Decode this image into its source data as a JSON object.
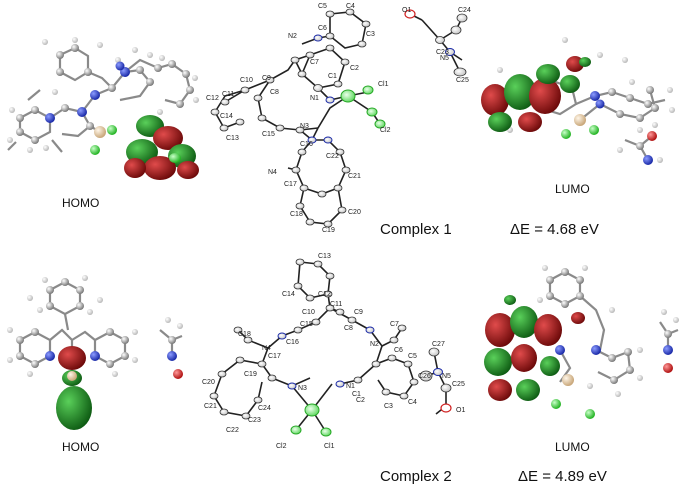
{
  "panels": [
    {
      "homo_label": "HOMO",
      "lumo_label": "LUMO",
      "complex_label": "Complex 1",
      "energy_gap": "ΔE = 4.68 eV",
      "atom_labels": [
        "C5",
        "C4",
        "N2",
        "C6",
        "C3",
        "C7",
        "C1",
        "C2",
        "N1",
        "C10",
        "C8",
        "C9",
        "C12",
        "C11",
        "Cl1",
        "C14",
        "C15",
        "Cl2",
        "C13",
        "N3",
        "C16",
        "C22",
        "N4",
        "C21",
        "C17",
        "C18",
        "C20",
        "C19",
        "O1",
        "C24",
        "C23",
        "N5",
        "C25"
      ]
    },
    {
      "homo_label": "HOMO",
      "lumo_label": "LUMO",
      "complex_label": "Complex 2",
      "energy_gap": "ΔE = 4.89 eV",
      "atom_labels": [
        "C13",
        "C14",
        "C12",
        "C11",
        "C10",
        "C18",
        "C15",
        "C9",
        "C7",
        "N4",
        "C17",
        "C16",
        "C8",
        "N2",
        "C19",
        "C6",
        "C20",
        "N3",
        "N1",
        "C1",
        "C5",
        "C24",
        "C21",
        "C23",
        "C22",
        "Cl2",
        "Cl1",
        "C27",
        "C26",
        "N5",
        "C25",
        "O1",
        "C4",
        "C3",
        "C2"
      ]
    }
  ],
  "colors": {
    "mo_red": "#a01818",
    "mo_green": "#16801f",
    "atom_n": "#2233cc",
    "atom_c": "#9a9a9a",
    "atom_h": "#e6e6e6",
    "atom_cl": "#33dd33",
    "atom_o": "#d02020",
    "atom_metal": "#e8d2b0"
  }
}
